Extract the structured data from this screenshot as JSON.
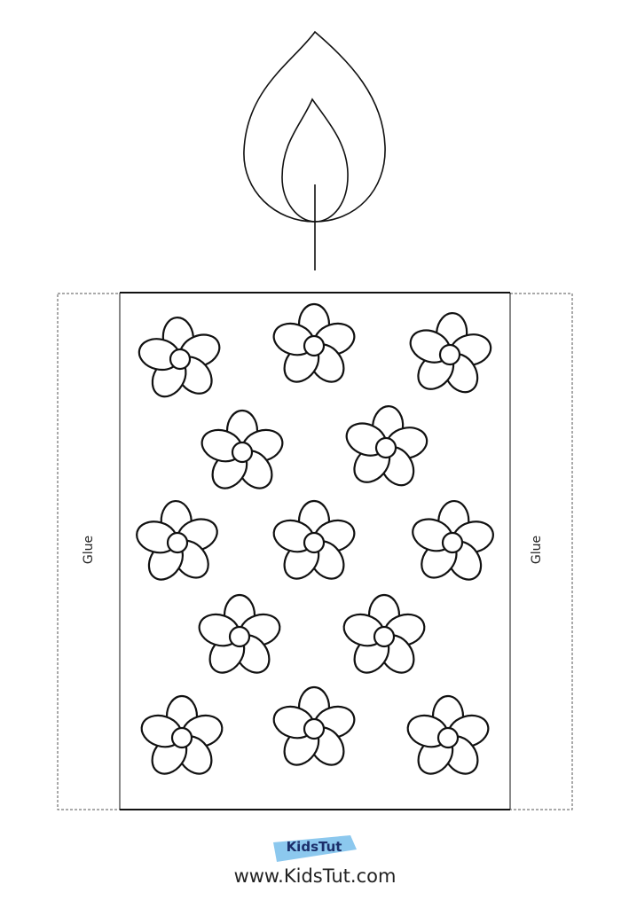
{
  "glue_left": "Glue",
  "glue_right": "Glue",
  "logo": "KidsTut",
  "website": "www.KidsTut.com",
  "colors": {
    "line": "#111111",
    "logo_swash": "#8cc8ee",
    "logo_text": "#1c2f6b"
  },
  "flower_count": 13
}
